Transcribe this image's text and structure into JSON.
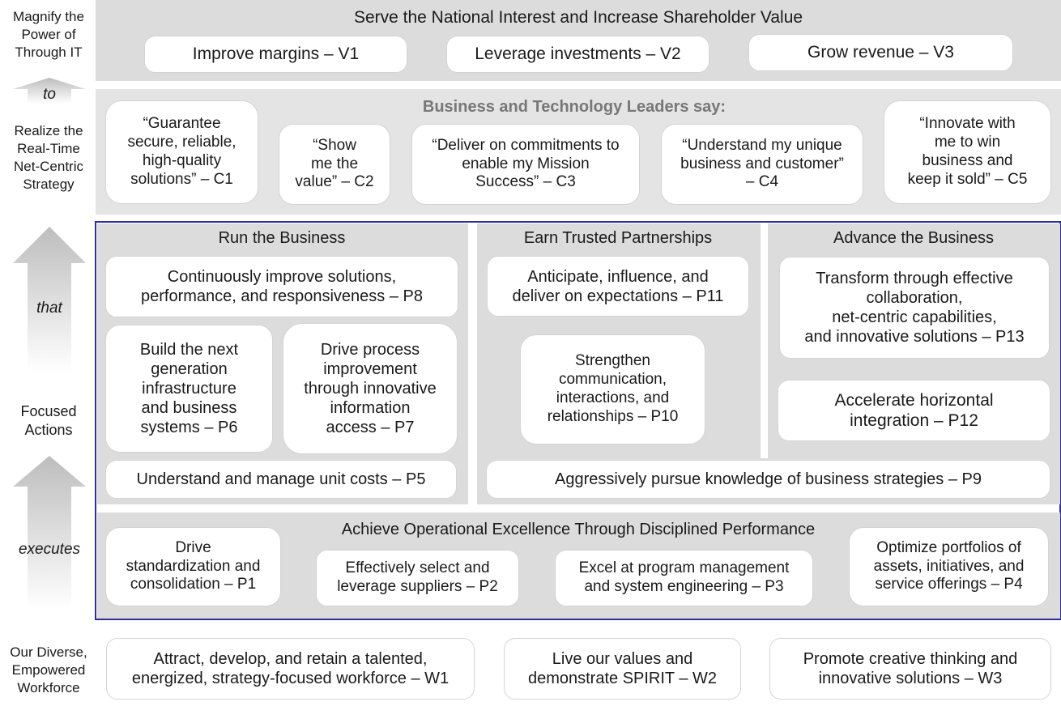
{
  "side_labels": {
    "magnify": "Magnify the\nPower of\nThrough IT",
    "realize": "Realize the\nReal-Time\nNet-Centric\nStrategy",
    "focused": "Focused\nActions",
    "workforce": "Our Diverse,\nEmpowered\nWorkforce",
    "arrow_to": "to",
    "arrow_that": "that",
    "arrow_executes": "executes"
  },
  "values": {
    "title": "Serve the National Interest and Increase Shareholder Value",
    "v1": "Improve margins – V1",
    "v2": "Leverage investments – V2",
    "v3": "Grow revenue – V3"
  },
  "customers": {
    "title": "Business and Technology Leaders say:",
    "c1": "“Guarantee\nsecure, reliable,\nhigh-quality\nsolutions” – C1",
    "c2": "“Show\nme the\nvalue” – C2",
    "c3": "“Deliver on commitments to\nenable my Mission\nSuccess” – C3",
    "c4": "“Understand my unique\nbusiness and customer”\n– C4",
    "c5": "“Innovate with\nme to win\nbusiness and\nkeep it sold” – C5"
  },
  "processes": {
    "run_title": "Run the Business",
    "earn_title": "Earn Trusted Partnerships",
    "advance_title": "Advance the Business",
    "p8": "Continuously improve solutions,\nperformance, and responsiveness – P8",
    "p6": "Build the next\ngeneration\ninfrastructure\nand business\nsystems – P6",
    "p7": "Drive process\nimprovement\nthrough innovative\ninformation\naccess – P7",
    "p5": "Understand and manage unit costs – P5",
    "p11": "Anticipate, influence, and\ndeliver on expectations – P11",
    "p10": "Strengthen\ncommunication,\ninteractions, and\nrelationships – P10",
    "p13": "Transform through effective\ncollaboration,\nnet-centric capabilities,\nand innovative solutions – P13",
    "p12": "Accelerate horizontal\nintegration – P12",
    "p9": "Aggressively pursue knowledge of business strategies – P9",
    "ops_title": "Achieve Operational Excellence Through Disciplined Performance",
    "p1": "Drive\nstandardization and\nconsolidation – P1",
    "p2": "Effectively select and\nleverage suppliers – P2",
    "p3": "Excel at program management\nand system engineering – P3",
    "p4": "Optimize portfolios of\nassets, initiatives, and\nservice offerings – P4"
  },
  "workforce": {
    "w1": "Attract, develop, and retain a talented,\nenergized, strategy-focused workforce – W1",
    "w2": "Live our values and\ndemonstrate SPIRIT – W2",
    "w3": "Promote creative thinking and\ninnovative solutions – W3"
  },
  "colors": {
    "band": "#dcdcdc",
    "frame": "#2e3192",
    "box": "#ffffff",
    "arrow": "#c8c8c8"
  }
}
